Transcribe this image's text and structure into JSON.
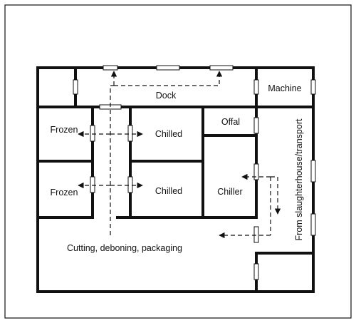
{
  "rooms": {
    "dock": "Dock",
    "machine": "Machine",
    "frozen_top": "Frozen",
    "chilled_top": "Chilled",
    "offal": "Offal",
    "frozen_bottom": "Frozen",
    "chilled_bottom": "Chilled",
    "chiller": "Chiller",
    "cutting": "Cutting, deboning, packaging",
    "corridor": "From slaughterhouse/transport"
  }
}
